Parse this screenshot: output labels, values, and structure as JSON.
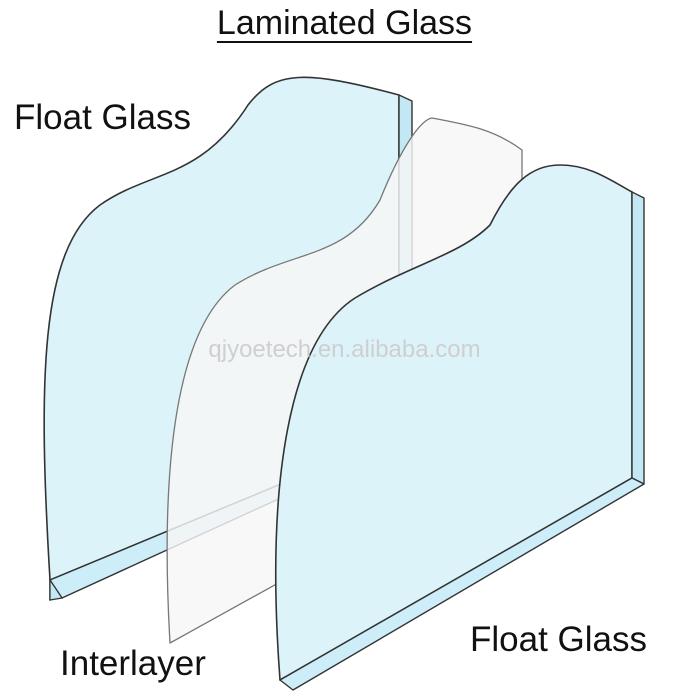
{
  "title": "Laminated Glass",
  "labels": {
    "float_glass_top": "Float Glass",
    "interlayer": "Interlayer",
    "float_glass_bottom": "Float Glass"
  },
  "watermark": "qjyoetech.en.alibaba.com",
  "colors": {
    "glass_fill": "#dcf3fa",
    "glass_edge": "#c4e8f3",
    "interlayer_fill": "#f6f6f6",
    "outline": "#333333",
    "text": "#111111"
  }
}
